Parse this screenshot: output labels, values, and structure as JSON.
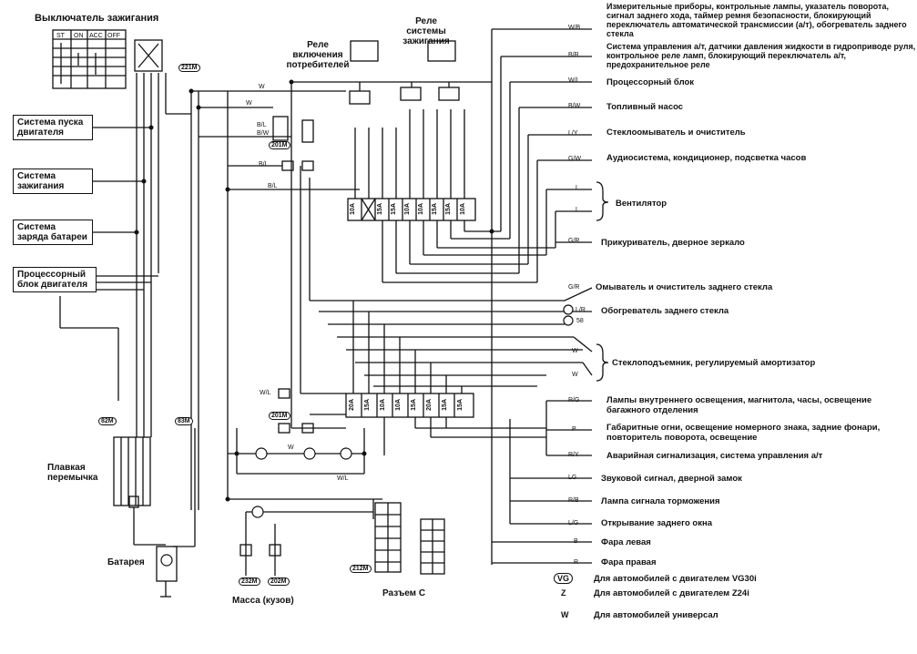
{
  "left_title": "Выключатель зажигания",
  "switch_headers": [
    "ST",
    "ON",
    "ACC",
    "OFF"
  ],
  "relay_left_title": "Реле включения потребителей",
  "relay_right_title": "Реле системы зажигания",
  "left_boxes": [
    "Система пуска двигателя",
    "Система зажигания",
    "Система заряда батареи",
    "Процессорный блок двигателя"
  ],
  "fusible_link_label": "Плавкая перемычка",
  "battery_label": "Батарея",
  "ground_label": "Масса (кузов)",
  "connector_label": "Разъем С",
  "connector_ids": [
    "221M",
    "201M",
    "201M",
    "232M",
    "202M",
    "212M",
    "82M",
    "83M"
  ],
  "fuse_block_top": [
    "10A",
    "",
    "15A",
    "15A",
    "10A",
    "10A",
    "15A",
    "15A",
    "10A"
  ],
  "fuse_block_bottom": [
    "20A",
    "15A",
    "10A",
    "10A",
    "15A",
    "20A",
    "15A",
    "15A"
  ],
  "loads": [
    {
      "code": "W/B",
      "text": "Измерительные приборы, контрольные лампы, указатель поворота, сигнал заднего хода, таймер ремня безопасности, блокирующий переключатель автоматической трансмиссии (а/т), обогреватель заднего стекла"
    },
    {
      "code": "B/R",
      "text": "Система управления а/т, датчики давления жидкости в гидроприводе руля, контрольное реле ламп, блокирующий переключатель а/т, предохранительное реле"
    },
    {
      "code": "W/L",
      "text": "Процессорный блок"
    },
    {
      "code": "B/W",
      "text": "Топливный насос"
    },
    {
      "code": "L/Y",
      "text": "Стеклоомыватель и очиститель"
    },
    {
      "code": "G/W",
      "text": "Аудиосистема, кондиционер, подсветка часов"
    },
    {
      "code": "L",
      "text": "Вентилятор"
    },
    {
      "code": "G/R",
      "text": "Прикуриватель, дверное зеркало"
    },
    {
      "code": "G/R",
      "text": "Омыватель и очиститель заднего стекла"
    },
    {
      "code": "L/R",
      "text": "Обогреватель заднего стекла"
    },
    {
      "code": "W",
      "text": "Стеклоподъемник, регулируемый амортизатор"
    },
    {
      "code": "R/G",
      "text": "Лампы внутреннего освещения, магнитола, часы, освещение багажного отделения"
    },
    {
      "code": "P",
      "text": "Габаритные огни, освещение номерного знака, задние фонари, повторитель поворота, освещение"
    },
    {
      "code": "R/Y",
      "text": "Аварийная сигнализация, система управления а/т"
    },
    {
      "code": "LG",
      "text": "Звуковой сигнал, дверной замок"
    },
    {
      "code": "R/B",
      "text": "Лампа сигнала торможения"
    },
    {
      "code": "L/G",
      "text": "Открывание заднего окна"
    },
    {
      "code": "B",
      "text": "Фара левая"
    },
    {
      "code": "R",
      "text": "Фара правая"
    }
  ],
  "legend": [
    {
      "symbol": "VG",
      "text": "Для автомобилей с двигателем VG30i"
    },
    {
      "symbol": "Z",
      "text": "Для автомобилей с двигателем Z24i"
    },
    {
      "symbol": "W",
      "text": "Для автомобилей универсал"
    }
  ],
  "wire_codes_left": [
    "W",
    "W",
    "B/L",
    "B/W",
    "B/L",
    "B/L",
    "W/L",
    "W/L",
    "W"
  ],
  "fuse_58": "58"
}
